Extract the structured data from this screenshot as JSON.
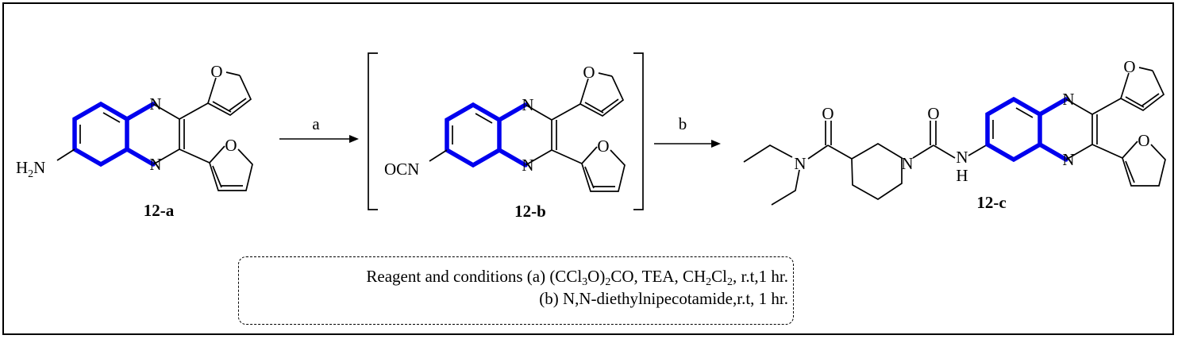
{
  "compounds": {
    "a": {
      "label": "12-a",
      "amine_group": "H",
      "amine_sub": "2",
      "amine_n": "N"
    },
    "b": {
      "label": "12-b",
      "group": "OCN"
    },
    "c": {
      "label": "12-c"
    }
  },
  "atoms": {
    "N": "N",
    "O": "O",
    "H": "H"
  },
  "steps": {
    "a": "a",
    "b": "b"
  },
  "conditions": {
    "line1_prefix": "Reagent and conditions (a) (CCl",
    "line1_sub1": "3",
    "line1_mid1": "O)",
    "line1_sub2": "2",
    "line1_mid2": "CO, TEA, CH",
    "line1_sub3": "2",
    "line1_mid3": "Cl",
    "line1_sub4": "2",
    "line1_suffix": ", r.t,1 hr.",
    "line2": "(b) N,N-diethylnipecotamide,r.t, 1 hr."
  }
}
